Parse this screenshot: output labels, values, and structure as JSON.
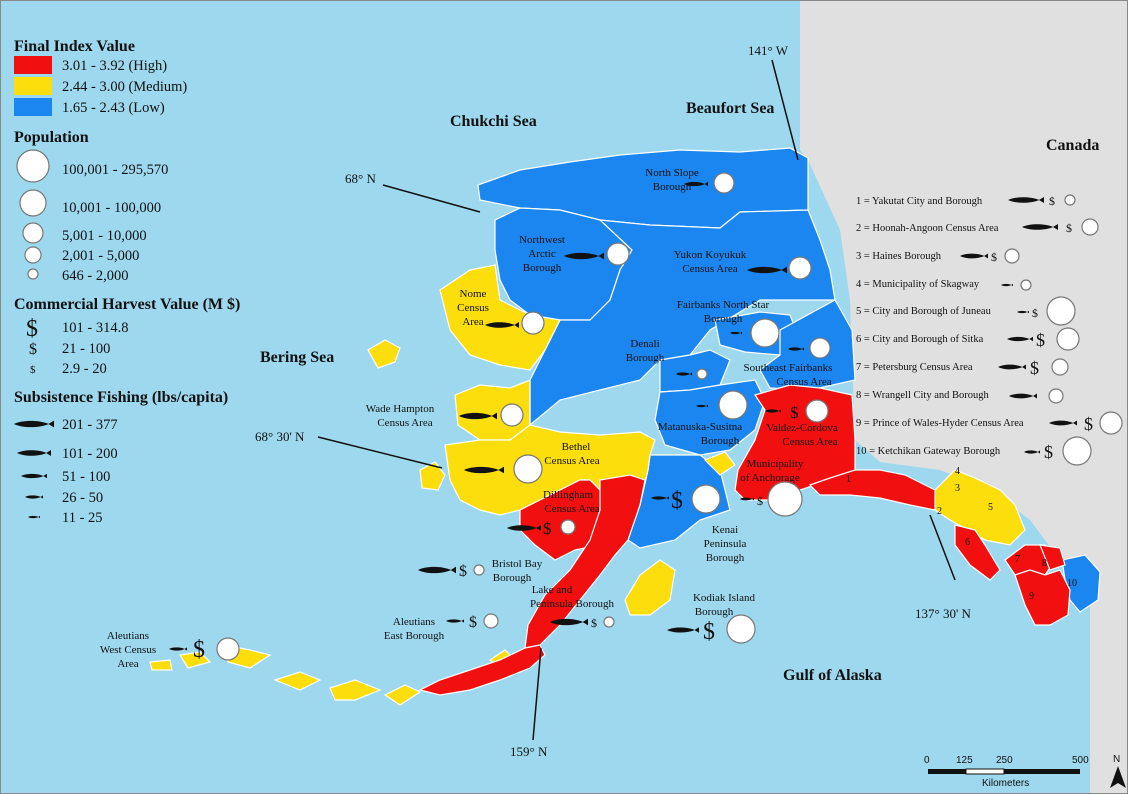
{
  "colors": {
    "ocean": "#9dd8ef",
    "land_canada": "#e0e0e0",
    "high": "#f20f0f",
    "medium": "#fbde0c",
    "low": "#1b86ef",
    "border": "#ffffff"
  },
  "legend": {
    "index_title": "Final Index Value",
    "index_items": [
      {
        "label": "3.01 - 3.92 (High)",
        "color": "#f20f0f"
      },
      {
        "label": "2.44 - 3.00 (Medium)",
        "color": "#fbde0c"
      },
      {
        "label": "1.65 - 2.43 (Low)",
        "color": "#1b86ef"
      }
    ],
    "population_title": "Population",
    "population_items": [
      "100,001 - 295,570",
      "10,001 - 100,000",
      "5,001 - 10,000",
      "2,001 - 5,000",
      "646 - 2,000"
    ],
    "harvest_title": "Commercial Harvest Value (M $)",
    "harvest_items": [
      "101 - 314.8",
      "21 - 100",
      "2.9 - 20"
    ],
    "fishing_title": "Subsistence Fishing (lbs/capita)",
    "fishing_items": [
      "201 - 377",
      "101 - 200",
      "51 - 100",
      "26 - 50",
      "11 - 25"
    ],
    "dollar_symbol": "$"
  },
  "seas": {
    "chukchi": "Chukchi Sea",
    "beaufort": "Beaufort Sea",
    "bering": "Bering Sea",
    "gulf": "Gulf of Alaska",
    "canada": "Canada"
  },
  "coordinates": {
    "w141": "141° W",
    "n68": "68° N",
    "n68_30": "68° 30' N",
    "n159": "159° N",
    "n137_30": "137° 30' N"
  },
  "regions": {
    "north_slope": [
      "North Slope",
      "Borough"
    ],
    "northwest_arctic": [
      "Northwest",
      "Arctic",
      "Borough"
    ],
    "yukon_koyukuk": [
      "Yukon Koyukuk",
      "Census Area"
    ],
    "nome": [
      "Nome",
      "Census",
      "Area"
    ],
    "fairbanks": [
      "Fairbanks North Star",
      "Borough"
    ],
    "denali": [
      "Denali",
      "Borough"
    ],
    "southeast_fairbanks": [
      "Southeast Fairbanks",
      "Census Area"
    ],
    "wade_hampton": [
      "Wade Hampton",
      "Census Area"
    ],
    "matsu": [
      "Matanuska-Susitna",
      "Borough"
    ],
    "valdez": [
      "Valdez-Cordova",
      "Census Area"
    ],
    "bethel": [
      "Bethel",
      "Census Area"
    ],
    "anchorage": [
      "Municipality",
      "of Anchorage"
    ],
    "dillingham": [
      "Dillingham",
      "Census Area"
    ],
    "kenai": [
      "Kenai",
      "Peninsula",
      "Borough"
    ],
    "bristol": [
      "Bristol Bay",
      "Borough"
    ],
    "lake_pen": [
      "Lake and",
      "Peninsula Borough"
    ],
    "kodiak": [
      "Kodiak Island",
      "Borough"
    ],
    "aleutians_east": [
      "Aleutians",
      "East Borough"
    ],
    "aleutians_west": [
      "Aleutians",
      "West Census",
      "Area"
    ]
  },
  "southeast_list": [
    "1 = Yakutat City and Borough",
    "2 = Hoonah-Angoon Census Area",
    "3 = Haines Borough",
    "4 = Municipality of Skagway",
    "5 = City and Borough of Juneau",
    "6 = City and Borough of Sitka",
    "7 = Petersburg Census Area",
    "8 = Wrangell City and Borough",
    "9 = Prince of Wales-Hyder Census Area",
    "10 = Ketchikan Gateway Borough"
  ],
  "map_numbers": [
    "1",
    "2",
    "3",
    "4",
    "5",
    "6",
    "7",
    "8",
    "9",
    "10"
  ],
  "scale": {
    "ticks": [
      "0",
      "125",
      "250",
      "500"
    ],
    "unit": "Kilometers",
    "north": "N"
  }
}
